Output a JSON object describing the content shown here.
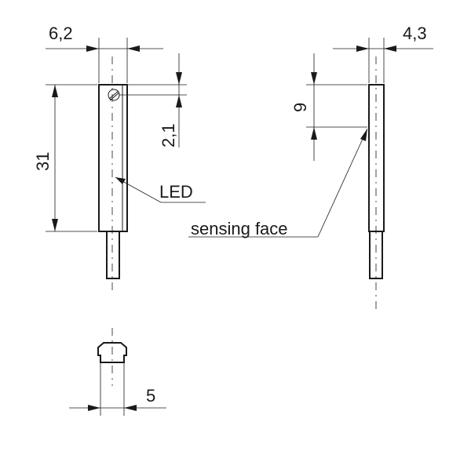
{
  "dimensions": {
    "front_width": "6,2",
    "body_length": "31",
    "led_offset": "2,1",
    "side_width": "4,3",
    "sensing_offset": "9",
    "connector_width": "5"
  },
  "callouts": {
    "led": "LED",
    "sensing_face": "sensing face"
  }
}
